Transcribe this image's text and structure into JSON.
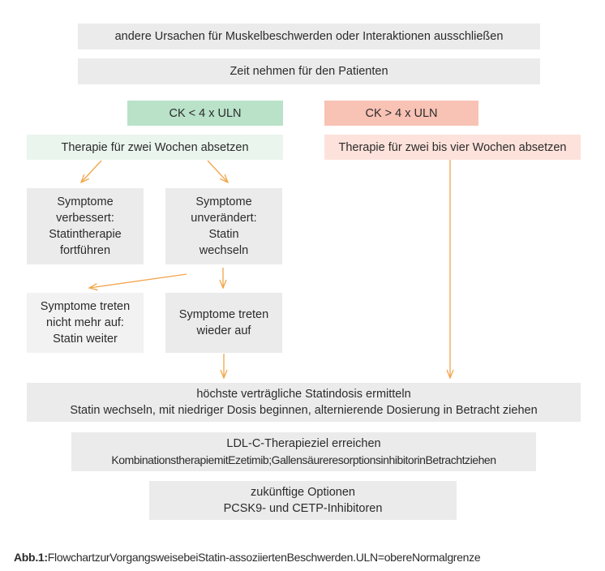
{
  "colors": {
    "arrow": "#f2a54b",
    "box_gray": "#ebebeb",
    "box_green": "#b9e2c9",
    "box_light_green": "#eaf5ed",
    "box_red": "#f8c2b5",
    "box_light_red": "#fde2db"
  },
  "flow": {
    "step1": "andere Ursachen für Muskelbeschwerden oder Interaktionen ausschließen",
    "step2": "Zeit nehmen für den Patienten",
    "ck_low": "CK < 4 x ULN",
    "ck_high": "CK > 4 x ULN",
    "pause_two_weeks": "Therapie für zwei Wochen absetzen",
    "pause_two_four_weeks": "Therapie für zwei bis vier Wochen absetzen",
    "improved": [
      "Symptome",
      "verbessert:",
      "Statintherapie",
      "fortführen"
    ],
    "unchanged": [
      "Symptome",
      "unverändert:",
      "Statin",
      "wechseln"
    ],
    "no_longer": [
      "Symptome treten",
      "nicht mehr auf:",
      "Statin weiter"
    ],
    "recur": [
      "Symptome treten",
      "wieder auf"
    ],
    "max_dose": [
      "höchste verträgliche Statindosis ermitteln",
      "Statin wechseln, mit niedriger Dosis beginnen, alternierende Dosierung in Betracht ziehen"
    ],
    "ldl": [
      "LDL-C-Therapieziel erreichen",
      "KombinationstherapiemitEzetimib;GallensäureresorptionsinhibitorinBetrachtziehen"
    ],
    "future": [
      "zukünftige Optionen",
      "PCSK9- und CETP-Inhibitoren"
    ]
  },
  "caption": {
    "label": "Abb.1:",
    "text": "FlowchartzurVorgangsweisebeiStatin-assoziiertenBeschwerden.ULN=obereNormalgrenze"
  }
}
